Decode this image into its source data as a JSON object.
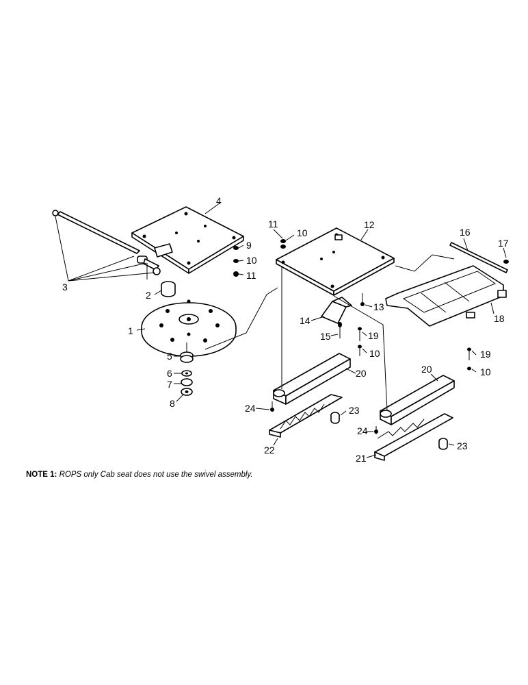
{
  "callouts": [
    {
      "id": "1",
      "label": "1"
    },
    {
      "id": "2",
      "label": "2"
    },
    {
      "id": "3",
      "label": "3"
    },
    {
      "id": "4",
      "label": "4"
    },
    {
      "id": "5",
      "label": "5"
    },
    {
      "id": "6",
      "label": "6"
    },
    {
      "id": "7",
      "label": "7"
    },
    {
      "id": "8",
      "label": "8"
    },
    {
      "id": "9",
      "label": "9"
    },
    {
      "id": "10a",
      "label": "10"
    },
    {
      "id": "11a",
      "label": "11"
    },
    {
      "id": "11b",
      "label": "11"
    },
    {
      "id": "10b",
      "label": "10"
    },
    {
      "id": "12",
      "label": "12"
    },
    {
      "id": "13",
      "label": "13"
    },
    {
      "id": "14",
      "label": "14"
    },
    {
      "id": "15",
      "label": "15"
    },
    {
      "id": "16",
      "label": "16"
    },
    {
      "id": "17",
      "label": "17"
    },
    {
      "id": "18",
      "label": "18"
    },
    {
      "id": "19a",
      "label": "19"
    },
    {
      "id": "10c",
      "label": "10"
    },
    {
      "id": "20a",
      "label": "20"
    },
    {
      "id": "24a",
      "label": "24"
    },
    {
      "id": "23a",
      "label": "23"
    },
    {
      "id": "22",
      "label": "22"
    },
    {
      "id": "19b",
      "label": "19"
    },
    {
      "id": "10d",
      "label": "10"
    },
    {
      "id": "20b",
      "label": "20"
    },
    {
      "id": "24b",
      "label": "24"
    },
    {
      "id": "23b",
      "label": "23"
    },
    {
      "id": "21",
      "label": "21"
    }
  ],
  "note": {
    "prefix": "NOTE 1:",
    "text": " ROPS only Cab seat does not use the swivel assembly."
  }
}
